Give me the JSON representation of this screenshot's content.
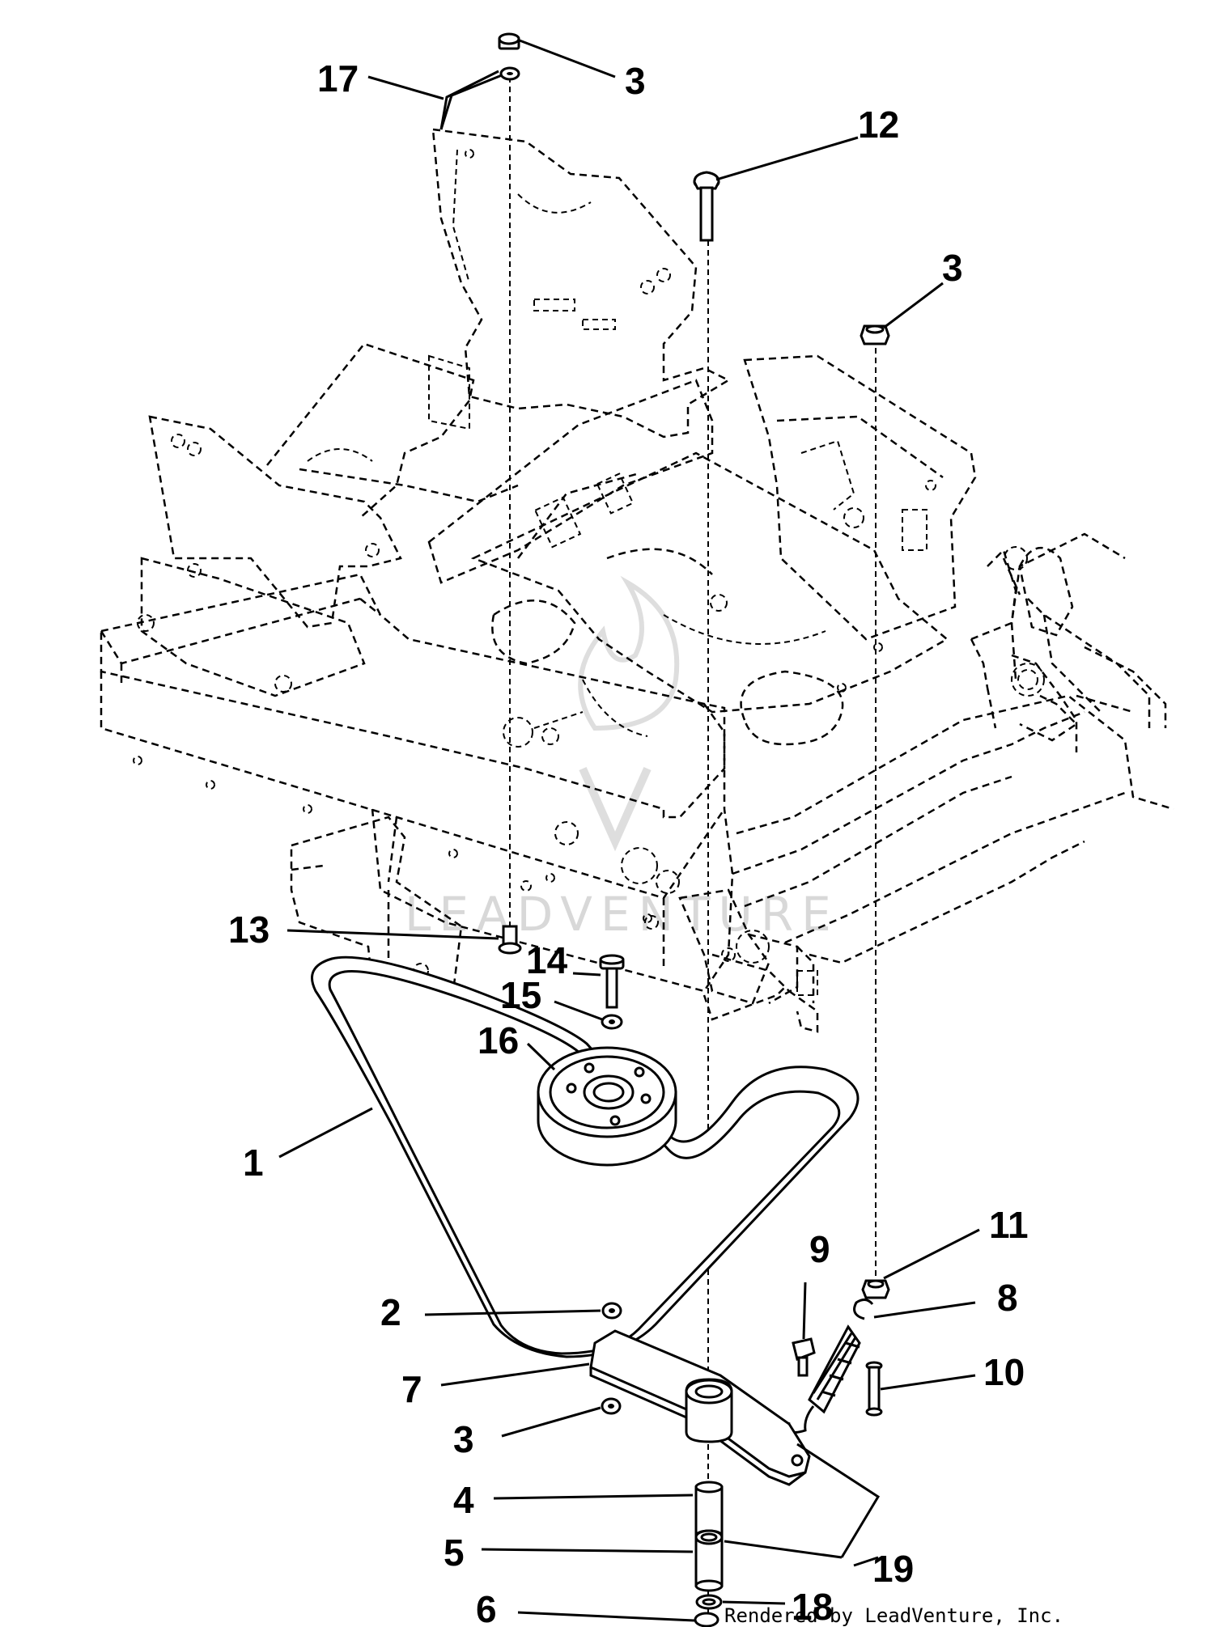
{
  "callouts": {
    "c1": "1",
    "c2": "2",
    "c3a": "3",
    "c3b": "3",
    "c3c": "3",
    "c4": "4",
    "c5": "5",
    "c6": "6",
    "c7": "7",
    "c8": "8",
    "c9": "9",
    "c10": "10",
    "c11": "11",
    "c12": "12",
    "c13": "13",
    "c14": "14",
    "c15": "15",
    "c16": "16",
    "c17": "17",
    "c18": "18",
    "c19": "19"
  },
  "watermark": "LEADVENTURE",
  "credit": "Rendered by LeadVenture, Inc.",
  "colors": {
    "line": "#000000",
    "background": "#ffffff",
    "watermark": "#d8d8d8"
  }
}
